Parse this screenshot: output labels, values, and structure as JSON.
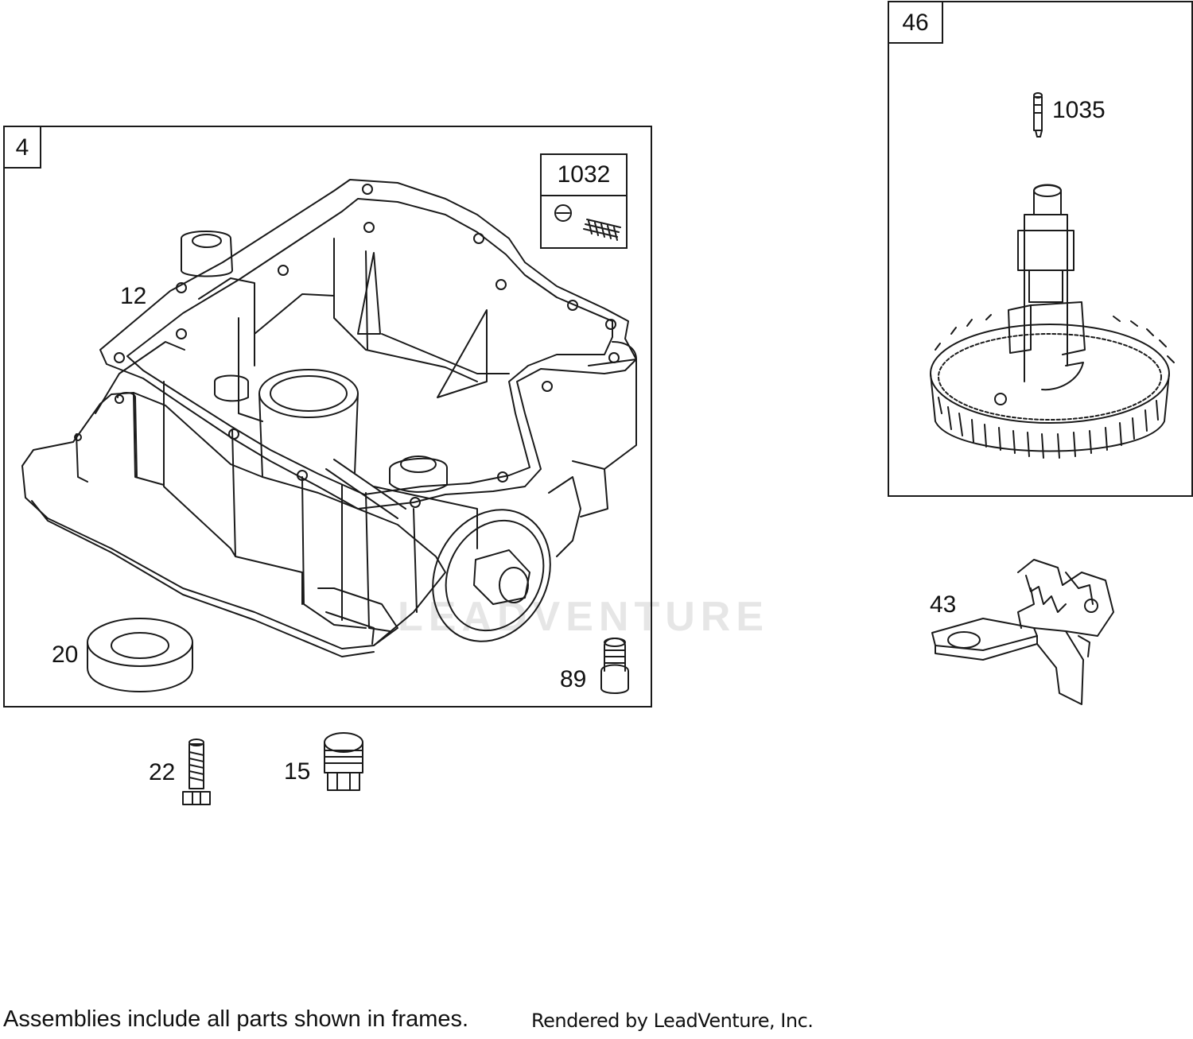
{
  "frames": {
    "sump_frame": {
      "tag": "4"
    },
    "cam_frame": {
      "tag": "46"
    },
    "valve_kit_frame": {
      "tag": "1032"
    }
  },
  "callouts": {
    "gasket": "12",
    "seal": "20",
    "plug_in_frame": "89",
    "bolt": "22",
    "plug": "15",
    "cam_pin": "1035",
    "oil_pump": "43"
  },
  "watermark": {
    "text": "LEADVENTURE"
  },
  "footer": {
    "note": "Assemblies include all parts shown in frames.",
    "credit": "Rendered by LeadVenture, Inc."
  },
  "colors": {
    "line": "#1a1a1a",
    "watermark": "#e6e6e6"
  }
}
